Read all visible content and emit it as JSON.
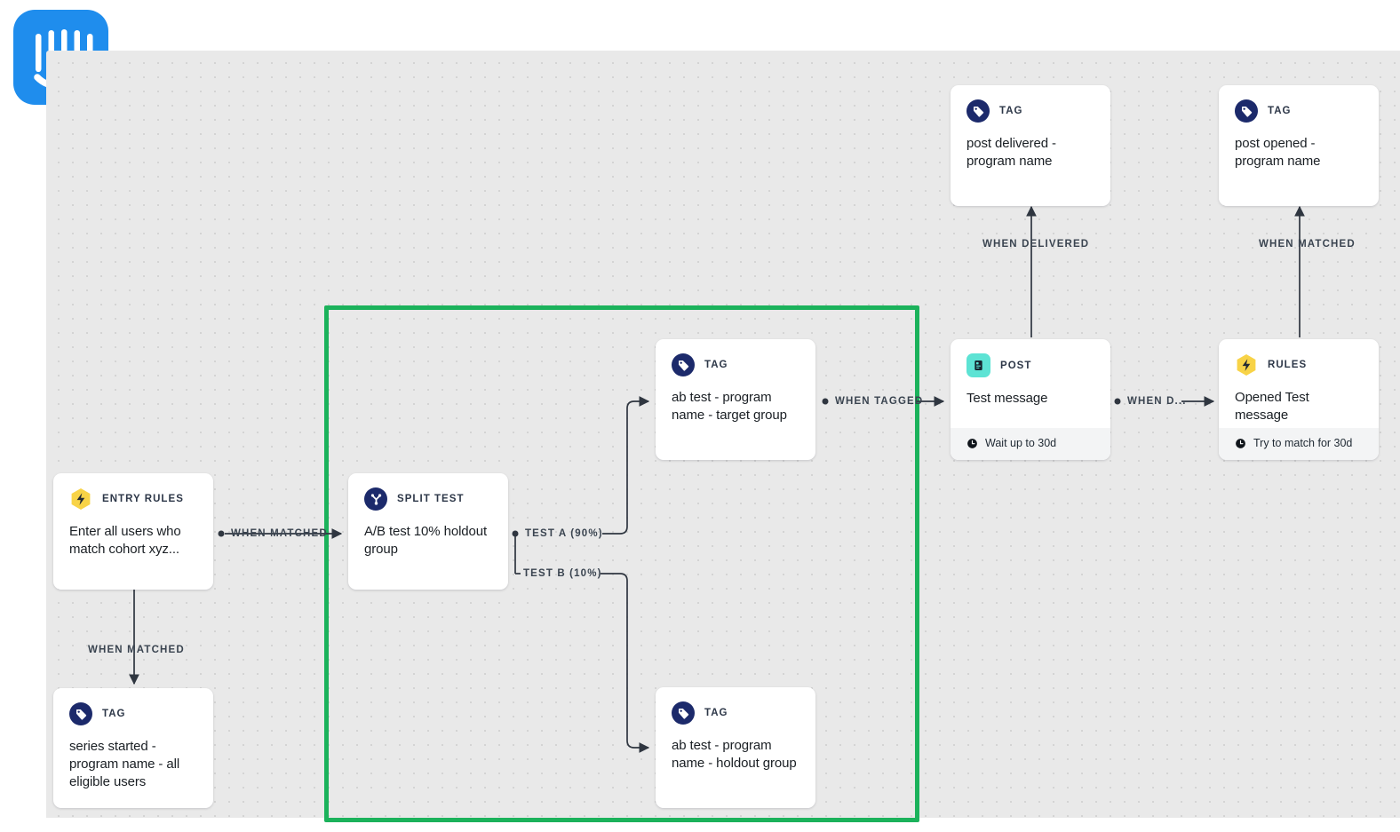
{
  "app": {
    "logo_name": "intercom-logo",
    "logo_color": "#1f8ded"
  },
  "canvas": {
    "background_color": "#e9e9e9",
    "highlight_color": "#1bb25b"
  },
  "nodes": [
    {
      "id": "entry-rules",
      "kind": "ENTRY RULES",
      "title": "Enter all users who match cohort xyz...",
      "icon": "lightning-icon",
      "icon_style": "hex-yellow",
      "footer": null
    },
    {
      "id": "tag-series-started",
      "kind": "TAG",
      "title": "series started - program name - all eligible users",
      "icon": "tag-icon",
      "icon_style": "circle-navy",
      "footer": null
    },
    {
      "id": "split-test",
      "kind": "SPLIT TEST",
      "title": "A/B test 10% holdout group",
      "icon": "split-test-icon",
      "icon_style": "circle-navy",
      "footer": null
    },
    {
      "id": "tag-ab-target",
      "kind": "TAG",
      "title": "ab test - program name - target group",
      "icon": "tag-icon",
      "icon_style": "circle-navy",
      "footer": null
    },
    {
      "id": "tag-ab-holdout",
      "kind": "TAG",
      "title": "ab test - program name - holdout group",
      "icon": "tag-icon",
      "icon_style": "circle-navy",
      "footer": null
    },
    {
      "id": "post-test-message",
      "kind": "POST",
      "title": "Test message",
      "icon": "post-icon",
      "icon_style": "square-cyan",
      "footer": "Wait up to 30d"
    },
    {
      "id": "rules-opened",
      "kind": "RULES",
      "title": "Opened Test message",
      "icon": "lightning-icon",
      "icon_style": "hex-yellow",
      "footer": "Try to match for 30d"
    },
    {
      "id": "tag-post-delivered",
      "kind": "TAG",
      "title": "post delivered - program name",
      "icon": "tag-icon",
      "icon_style": "circle-navy",
      "footer": null
    },
    {
      "id": "tag-post-opened",
      "kind": "TAG",
      "title": "post opened - program name",
      "icon": "tag-icon",
      "icon_style": "circle-navy",
      "footer": null
    }
  ],
  "edges": [
    {
      "id": "entry-to-split",
      "label": "WHEN MATCHED"
    },
    {
      "id": "entry-to-tag-series",
      "label": "WHEN MATCHED"
    },
    {
      "id": "split-test-a",
      "label": "TEST A (90%)"
    },
    {
      "id": "split-test-b",
      "label": "TEST B (10%)"
    },
    {
      "id": "tag-target-to-post",
      "label": "WHEN TAGGED"
    },
    {
      "id": "post-to-rules",
      "label": "WHEN D..."
    },
    {
      "id": "post-to-tag-delivered",
      "label": "WHEN DELIVERED"
    },
    {
      "id": "rules-to-tag-opened",
      "label": "WHEN MATCHED"
    }
  ]
}
